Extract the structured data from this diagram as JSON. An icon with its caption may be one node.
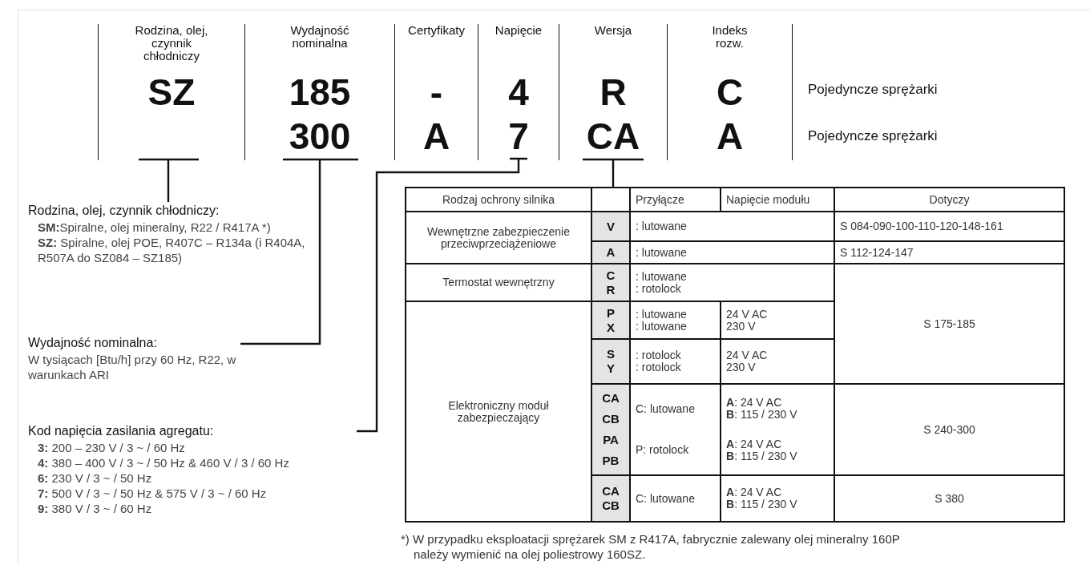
{
  "diagram": {
    "nodes": [
      {
        "text": [
          "Rodzina, olej, czynnik chłodniczy",
          "SZ"
        ]
      },
      {
        "text": [
          "Wydajność nominalna",
          "185",
          "300"
        ]
      },
      {
        "text": [
          "Certyfikaty",
          "-",
          "A"
        ]
      },
      {
        "text": [
          "Napięcie",
          "4",
          "7"
        ]
      },
      {
        "text": [
          "Wersja",
          "R",
          "CA"
        ]
      },
      {
        "text": [
          "Indeks rozw.",
          "C",
          "A"
        ]
      },
      {
        "text": [
          "Rodzina, olej, czynnik chłodniczy:",
          "**SM:**Spiralne, olej mineralny, R22 / R417A *)",
          "**SZ:** Spiralne, olej POE, R407C – R134a (i R404A, R507A do SZ084 – SZ185)"
        ]
      },
      {
        "text": [
          "Wydajność nominalna:",
          "W tysiącach [Btu/h] przy 60 Hz, R22, w warunkach ARI"
        ]
      },
      {
        "text": [
          "Kod napięcia zasilania agregatu:",
          "**3:** 200 – 230 V / 3 ~ / 60 Hz",
          "**4:** 380 – 400 V / 3 ~ / 50 Hz & 460 V / 3 / 60 Hz",
          "**6:** 230 V / 3 ~ / 50 Hz",
          "**7:** 500 V / 3 ~ / 50 Hz & 575 V / 3 ~ / 60 Hz",
          "**9:** 380 V / 3 ~ / 60 Hz"
        ]
      },
      {
        "text": [],
        "shape": "box"
      }
    ],
    "edges": [
      {
        "from": 0,
        "to": 6,
        "arrow": "none"
      },
      {
        "from": 1,
        "to": 7,
        "arrow": "none"
      },
      {
        "from": 3,
        "to": 8,
        "arrow": "none"
      },
      {
        "from": 4,
        "to": 9,
        "arrow": "none"
      }
    ],
    "labels": [
      "Pojedyncze sprężarki",
      "Pojedyncze sprężarki",
      "Rodzaj ochrony silnika",
      "Przyłącze",
      "Napięcie modułu",
      "Dotyczy",
      "Wewnętrzne zabezpieczenie przeciwprzeciążeniowe",
      "V",
      ": lutowane",
      "S 084-090-100-110-120-148-161",
      "A",
      ": lutowane",
      "S 112-124-147",
      "Termostat wewnętrzny",
      "C",
      "R",
      ": lutowane",
      ": rotolock",
      "S 175-185",
      "Elektroniczny moduł zabezpieczający",
      "P",
      "X",
      ": lutowane",
      ": lutowane",
      "24 V AC",
      "230 V",
      "S",
      "Y",
      ": rotolock",
      ": rotolock",
      "24 V AC",
      "230 V",
      "CA",
      "CB",
      "PA",
      "PB",
      "C: lutowane",
      "P: rotolock",
      "**A**: 24 V AC",
      "**B**: 115 / 230 V",
      "**A**: 24 V AC",
      "**B**: 115 / 230 V",
      "S 240-300",
      "CA",
      "CB",
      "C: lutowane",
      "**A**: 24 V AC",
      "**B**: 115 / 230 V",
      "S 380",
      "*) W przypadku eksploatacji sprężarek SM z R417A, fabrycznie zalewany olej mineralny 160P należy wymienić na olej poliestrowy 160SZ."
    ]
  }
}
